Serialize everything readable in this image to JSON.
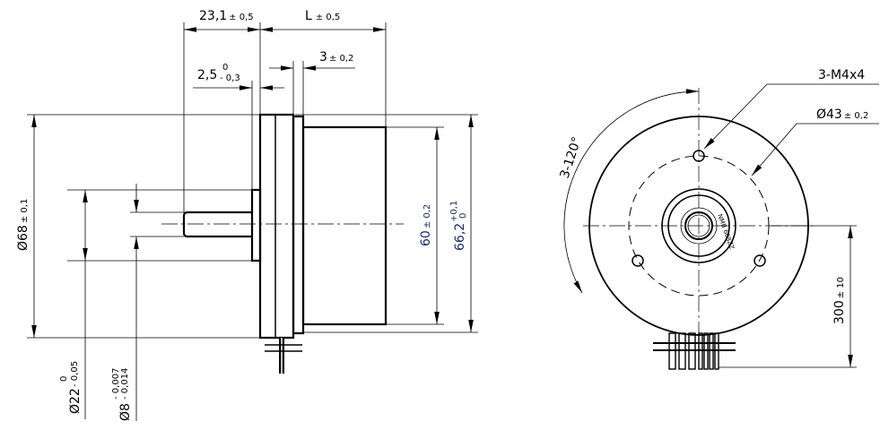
{
  "side_view": {
    "dim_shaft_length": {
      "value": "23,1",
      "tol": "± 0,5"
    },
    "dim_body_length": {
      "value": "L",
      "tol": "±  0,5"
    },
    "dim_boss": {
      "value": "2,5",
      "tol_upper": "0",
      "tol_lower": "- 0,3"
    },
    "dim_step": {
      "value": "3",
      "tol": "± 0,2"
    },
    "dim_flange_dia": {
      "value": "Ø68",
      "tol": "± 0,1"
    },
    "dim_boss_dia": {
      "value": "Ø22",
      "tol_upper": "0",
      "tol_lower": "- 0,05"
    },
    "dim_shaft_dia": {
      "value": "Ø8",
      "tol_upper": "- 0,007",
      "tol_lower": "- 0,014"
    },
    "dim_body_dia": {
      "value": "60",
      "tol": "± 0,2"
    },
    "dim_overall_height": {
      "value": "66,2",
      "tol_upper": "+0,1",
      "tol_lower": "0"
    }
  },
  "front_view": {
    "dim_angle": "3-120°",
    "dim_thread": "3-M4x4",
    "dim_bolt_circle": {
      "value": "Ø43",
      "tol": "± 0,2"
    },
    "dim_lead_length": {
      "value": "300",
      "tol": "± 10"
    },
    "bearing_marking": "NMB 608ZZ"
  }
}
